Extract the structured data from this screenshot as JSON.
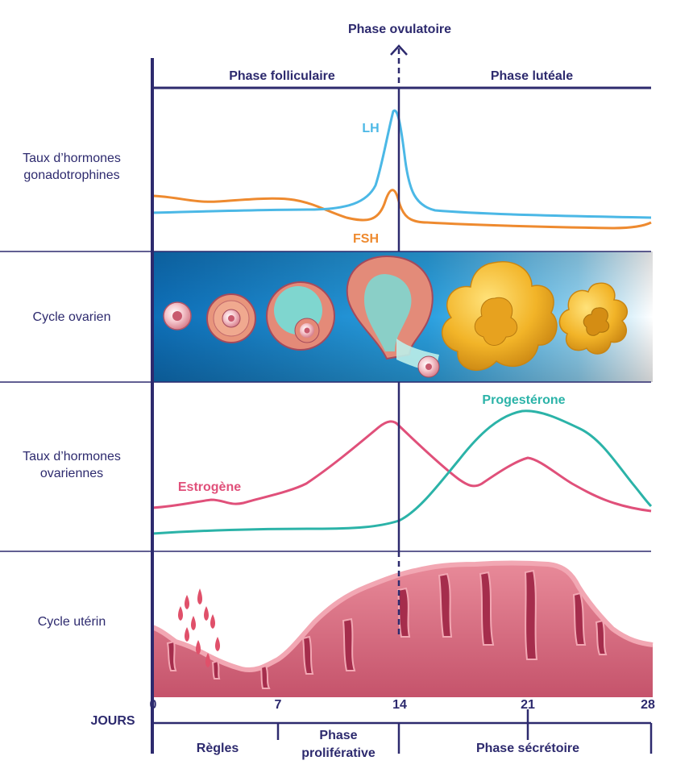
{
  "header": {
    "ovulatory_phase": "Phase ovulatoire",
    "follicular_phase": "Phase folliculaire",
    "luteal_phase": "Phase lutéale"
  },
  "rows": {
    "gonadotropins": "Taux d’hormones gonadotrophines",
    "ovarian_cycle": "Cycle ovarien",
    "ovarian_hormones": "Taux d’hormones ovariennes",
    "uterine_cycle": "Cycle utérin"
  },
  "curves": {
    "lh": {
      "label": "LH",
      "color": "#4bb8e6"
    },
    "fsh": {
      "label": "FSH",
      "color": "#ee8a2f"
    },
    "estrogen": {
      "label": "Estrogène",
      "color": "#e0507a"
    },
    "progesterone": {
      "label": "Progestérone",
      "color": "#2bb3a8"
    }
  },
  "axis": {
    "label": "JOURS",
    "ticks": [
      "0",
      "7",
      "14",
      "21",
      "28"
    ]
  },
  "bottom_phases": {
    "menses": "Règles",
    "proliferative_line1": "Phase",
    "proliferative_line2": "proliférative",
    "secretory": "Phase sécrétoire"
  },
  "colors": {
    "ink": "#2d2a6e",
    "ovary_band": "#1a86c8",
    "endometrium": "#d9677d"
  }
}
